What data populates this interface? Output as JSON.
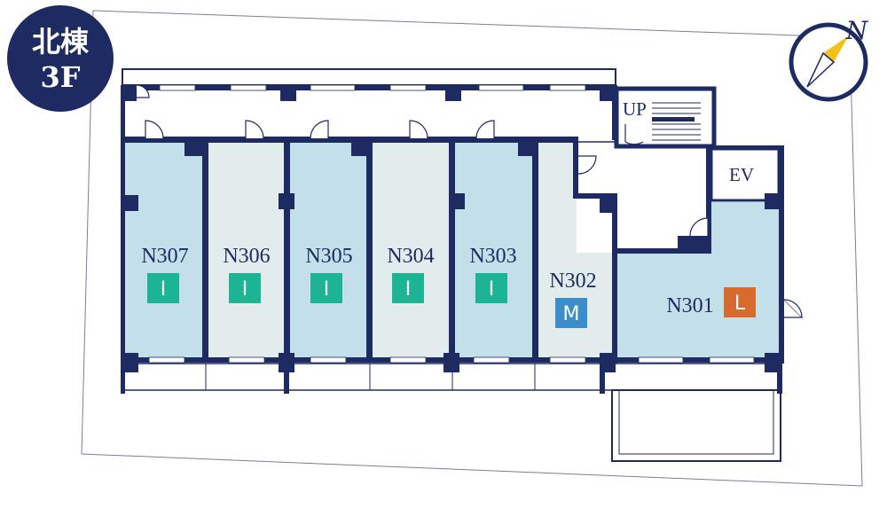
{
  "floor_badge": {
    "line1": "北棟",
    "line2": "3F"
  },
  "compass": {
    "letter": "N"
  },
  "labels": {
    "up": "UP",
    "ev": "EV"
  },
  "colors": {
    "wall": "#1e2b63",
    "room_blue": "#c3dfea",
    "room_grey": "#e2ecec",
    "badge_i": "#1db496",
    "badge_m": "#3b8ec9",
    "badge_l": "#d86a2e",
    "compass_needle": "#f2c21b"
  },
  "rooms": [
    {
      "id": "N307",
      "label": "N307",
      "type": "I"
    },
    {
      "id": "N306",
      "label": "N306",
      "type": "I"
    },
    {
      "id": "N305",
      "label": "N305",
      "type": "I"
    },
    {
      "id": "N304",
      "label": "N304",
      "type": "I"
    },
    {
      "id": "N303",
      "label": "N303",
      "type": "I"
    },
    {
      "id": "N302",
      "label": "N302",
      "type": "M"
    },
    {
      "id": "N301",
      "label": "N301",
      "type": "L"
    }
  ]
}
